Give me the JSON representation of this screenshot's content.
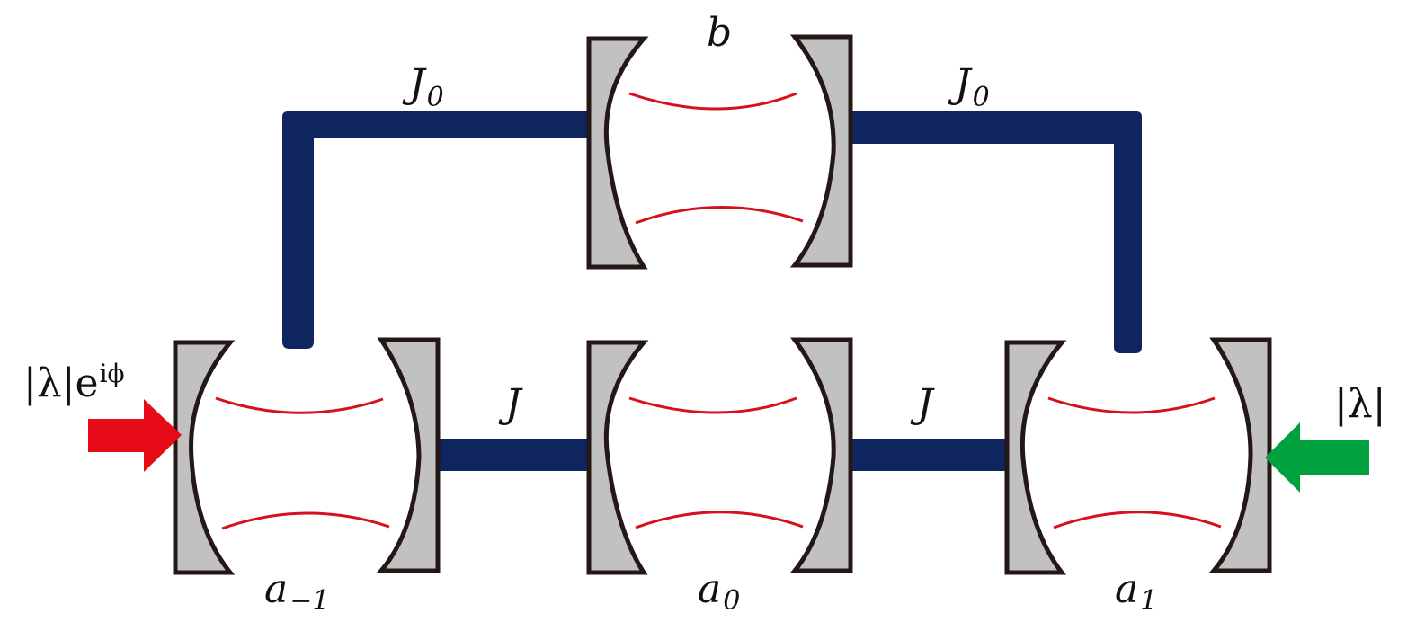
{
  "diagram": {
    "cavities": {
      "b": {
        "symbol": "b",
        "subscript": ""
      },
      "am1": {
        "symbol": "a",
        "subscript": "−1"
      },
      "a0": {
        "symbol": "a",
        "subscript": "0"
      },
      "a1": {
        "symbol": "a",
        "subscript": "1"
      }
    },
    "couplings": {
      "left_top": {
        "symbol": "J",
        "subscript": "0"
      },
      "right_top": {
        "symbol": "J",
        "subscript": "0"
      },
      "left_bottom": {
        "symbol": "J"
      },
      "right_bottom": {
        "symbol": "J"
      }
    },
    "inputs": {
      "left": {
        "text": "|λ|e",
        "sup": "iϕ",
        "color": "#e60b17"
      },
      "right": {
        "text": "|λ|",
        "color": "#00a23f"
      }
    },
    "colors": {
      "coupler": "#0e2560",
      "mirror_fill": "#c0c1c0",
      "mirror_outline": "#231815",
      "mode": "#d7101d"
    }
  }
}
